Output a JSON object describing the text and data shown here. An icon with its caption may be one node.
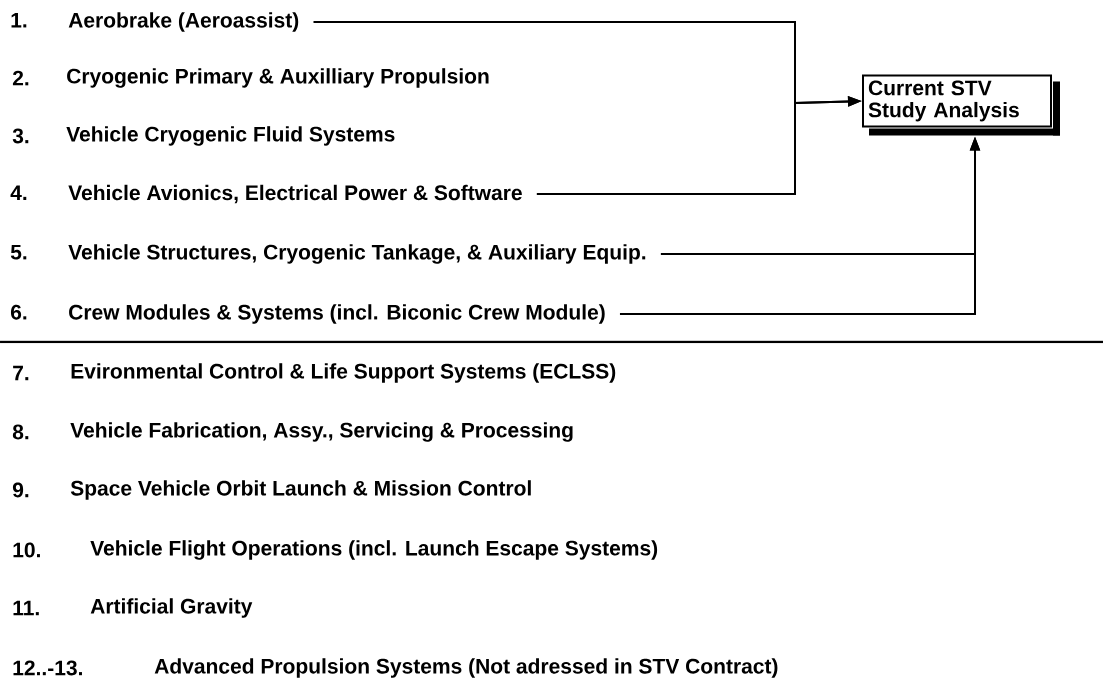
{
  "diagram": {
    "nodes": [
      {
        "text": [
          "1.",
          "Aerobrake (Aeroassist)"
        ]
      },
      {
        "text": [
          "Current STV Study Analysis"
        ]
      },
      {
        "text": [
          "4.",
          "Vehicle Avionics, Electrical Power & Software"
        ]
      },
      {
        "text": [
          "5.",
          "Vehicle Structures, Cryogenic Tankage, & Auxiliary Equip."
        ]
      },
      {
        "text": [
          "6.",
          "Crew Modules & Systems (incl. Biconic Crew Module)"
        ]
      }
    ],
    "edges": [
      {
        "from": 0,
        "to": 1,
        "arrow": "to"
      },
      {
        "from": 2,
        "to": 1,
        "arrow": "to"
      },
      {
        "from": 3,
        "to": 1,
        "arrow": "to"
      },
      {
        "from": 4,
        "to": 1,
        "arrow": "to"
      }
    ],
    "labels": [
      "2.",
      "Cryogenic Primary & Auxilliary Propulsion",
      "3.",
      "Vehicle Cryogenic Fluid Systems",
      "7.",
      "Evironmental Control & Life Support Systems (ECLSS)",
      "8.",
      "Vehicle Fabrication, Assy., Servicing & Processing",
      "9.",
      "Space Vehicle Orbit Launch & Mission Control",
      "10.",
      "Vehicle Flight Operations (incl. Launch Escape Systems)",
      "11.",
      "Artificial Gravity",
      "12..-13.",
      "Advanced Propulsion Systems (Not adressed in STV Contract)"
    ]
  }
}
